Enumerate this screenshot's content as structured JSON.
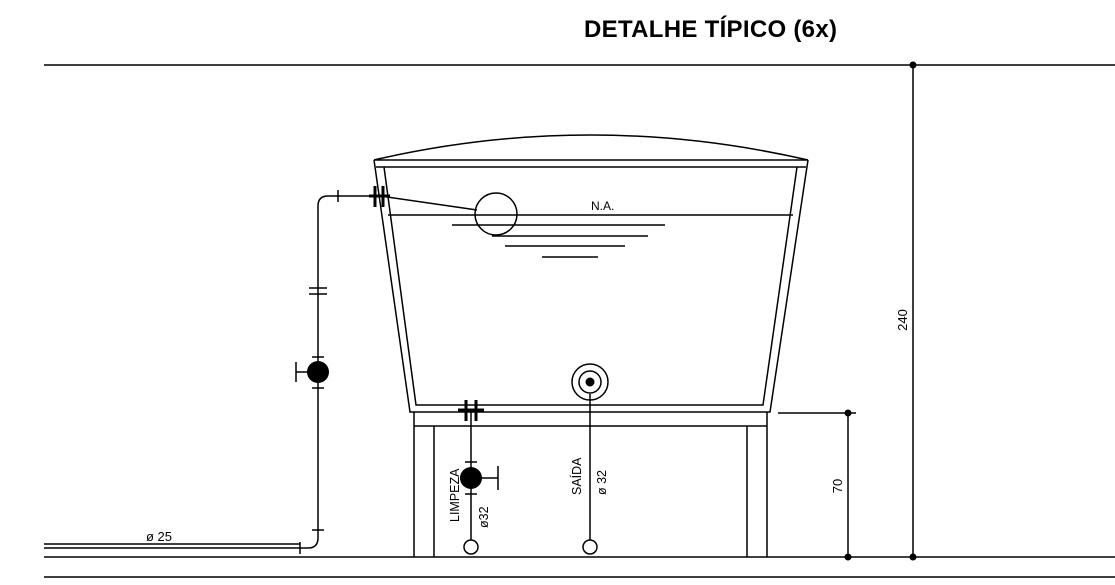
{
  "title": "DETALHE TÍPICO (6x)",
  "labels": {
    "water_level": "N.A.",
    "cleaning": "LIMPEZA",
    "cleaning_diameter": "ø32",
    "outlet": "SAÍDA",
    "outlet_diameter": "ø 32",
    "inlet_diameter": "ø 25"
  },
  "dimensions": {
    "total_height": "240",
    "base_height": "70"
  }
}
